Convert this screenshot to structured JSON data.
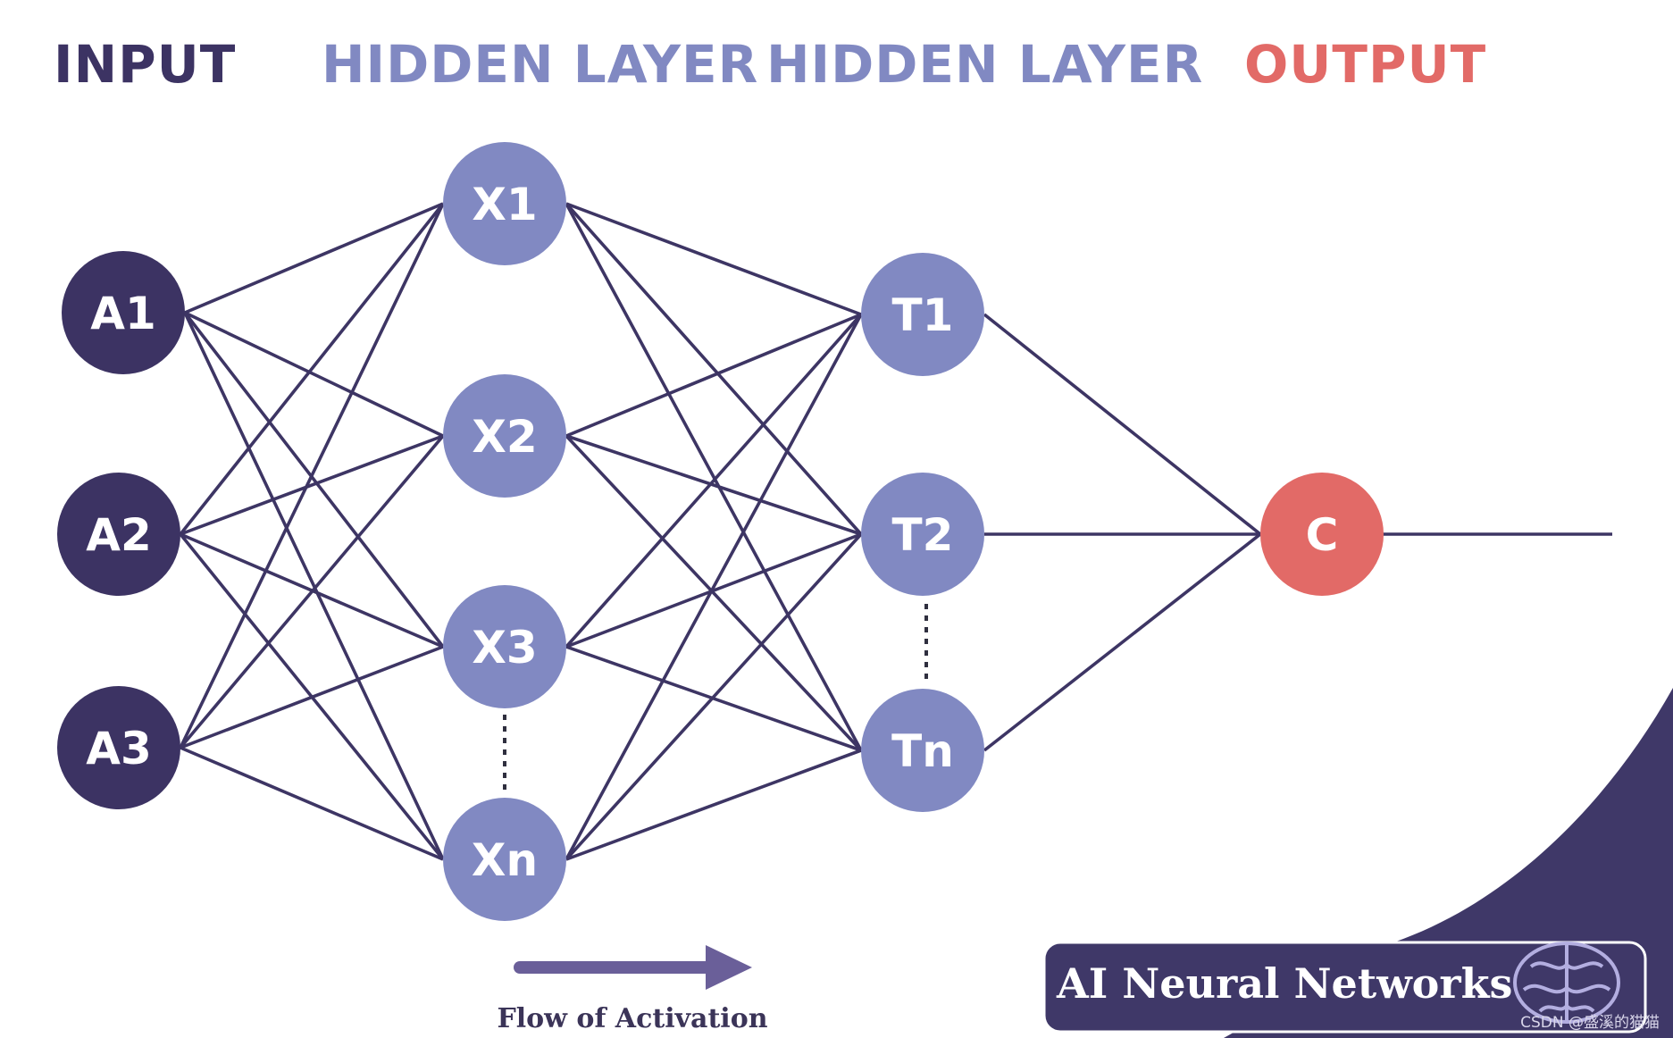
{
  "layers": [
    {
      "title": "INPUT",
      "color": "#3c3363"
    },
    {
      "title": "HIDDEN LAYER",
      "color": "#8189c2"
    },
    {
      "title": "HIDDEN LAYER",
      "color": "#8189c2"
    },
    {
      "title": "OUTPUT",
      "color": "#e26a67"
    }
  ],
  "nodes": {
    "input": [
      "A1",
      "A2",
      "A3"
    ],
    "hidden1": [
      "X1",
      "X2",
      "X3",
      "Xn"
    ],
    "hidden2": [
      "T1",
      "T2",
      "Tn"
    ],
    "output": [
      "C"
    ]
  },
  "colors": {
    "input_node": "#3c3363",
    "hidden_node": "#8189c2",
    "output_node": "#e26a67",
    "edge": "#3d3564",
    "accent_corner": "#3f3868",
    "arrow": "#6a5f99"
  },
  "flow_label": "Flow of Activation",
  "badge": {
    "title": "AI Neural Networks",
    "icon": "brain-icon"
  },
  "watermark": "CSDN @盛溪的猫猫"
}
